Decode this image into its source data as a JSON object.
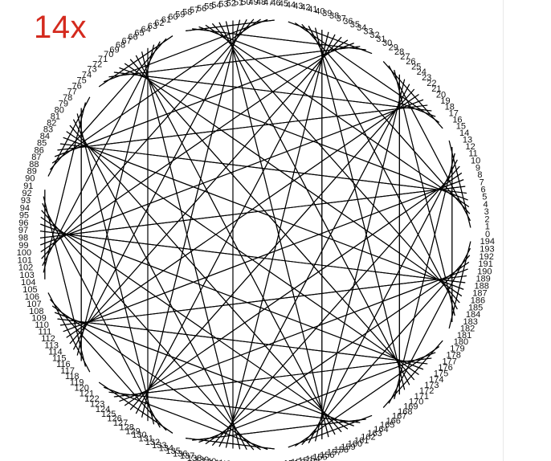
{
  "title": "14x",
  "diagram": {
    "type": "times-table-modular-circle",
    "multiplier": 14,
    "modulus": 195,
    "point_label_start": 0,
    "point_label_end": 194,
    "line_color": "#000000",
    "label_color": "#111111",
    "title_color": "#d42a1e"
  }
}
